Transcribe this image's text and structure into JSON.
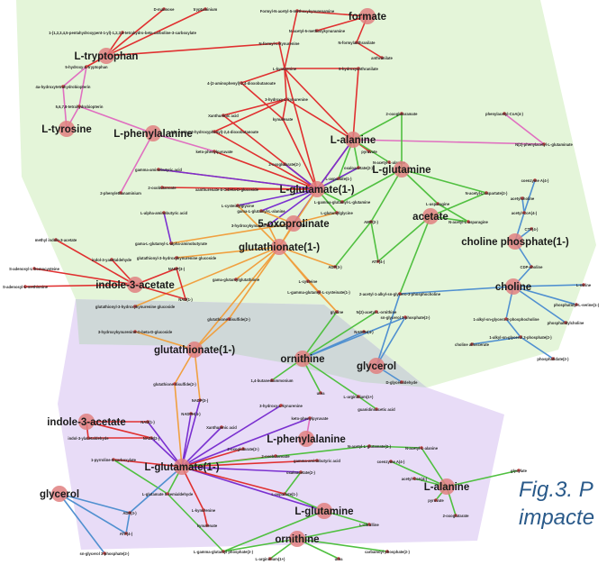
{
  "caption": {
    "line1": "Fig.3. P",
    "line2": "impacte"
  },
  "colors": {
    "upper_region": "#e4f5d9",
    "lower_region": "#e8dcf7",
    "overlap": "#cfd8d8",
    "node_hub": "#e08080",
    "edge_red": "#e03030",
    "edge_orange": "#f0a040",
    "edge_green": "#50c040",
    "edge_purple": "#7a30d0",
    "edge_blue": "#5090d0",
    "edge_pink": "#e070c0",
    "caption": "#2a5a8a"
  },
  "upper": {
    "big": [
      {
        "id": "formate",
        "label": "formate"
      },
      {
        "id": "trp",
        "label": "L-tryptophan"
      },
      {
        "id": "tyr",
        "label": "L-tyrosine"
      },
      {
        "id": "phe",
        "label": "L-phenylalanine"
      },
      {
        "id": "ala",
        "label": "L-alanine"
      },
      {
        "id": "glu",
        "label": "L-glutamate(1-)"
      },
      {
        "id": "gln",
        "label": "L-glutamine"
      },
      {
        "id": "oxo",
        "label": "5-oxoprolinate"
      },
      {
        "id": "gth",
        "label": "glutathionate(1-)"
      },
      {
        "id": "ace",
        "label": "acetate"
      },
      {
        "id": "chp",
        "label": "choline phosphate(1-)"
      },
      {
        "id": "ind",
        "label": "indole-3-acetate"
      },
      {
        "id": "cho",
        "label": "choline"
      },
      {
        "id": "orn",
        "label": "ornithine"
      },
      {
        "id": "gly",
        "label": "glycerol"
      }
    ],
    "small": [
      {
        "id": "s1",
        "label": "D-mannose"
      },
      {
        "id": "s2",
        "label": "tryptaminium"
      },
      {
        "id": "s3",
        "label": "Formyl-N-acetyl-5-methoxykynurenamine"
      },
      {
        "id": "s4",
        "label": "1-(1,2,3,4,5-pentahydroxypent-1-yl)-1,2,3,4-tetrahydro-beta-carboline-3-carboxylate"
      },
      {
        "id": "s5",
        "label": "N-acetyl-5-methoxykynuramine"
      },
      {
        "id": "s6",
        "label": "N-formylanthranilate"
      },
      {
        "id": "s7",
        "label": "N-formyl-L-kynurenine"
      },
      {
        "id": "s8",
        "label": "anthranilate"
      },
      {
        "id": "s9",
        "label": "5-hydroxy-L-tryptophan"
      },
      {
        "id": "s10",
        "label": "L-kynurenine"
      },
      {
        "id": "s11",
        "label": "5-hydroxyanthranilate"
      },
      {
        "id": "s12",
        "label": "4a-hydroxytetrahydrobiopterin"
      },
      {
        "id": "s13",
        "label": "4-(2-aminophenyl)-2,4-dioxobutanoate"
      },
      {
        "id": "s14",
        "label": "5,6,7,8-tetrahydrobiopterin"
      },
      {
        "id": "s15",
        "label": "3-hydroxy-L-kynurenine"
      },
      {
        "id": "s16",
        "label": "Xanthurenic acid"
      },
      {
        "id": "s17",
        "label": "kynurenate"
      },
      {
        "id": "s18",
        "label": "2-oxoglutaramate"
      },
      {
        "id": "s19",
        "label": "phenylacetyl-CoA(4-)"
      },
      {
        "id": "s20",
        "label": "4-(2-Amino-3-hydroxyphenyl)-2,4-dioxobutanoate"
      },
      {
        "id": "s21",
        "label": "keto-phenylpyruvate"
      },
      {
        "id": "s22",
        "label": "pyruvate"
      },
      {
        "id": "s23",
        "label": "N(2)-phenylacetyl-L-glutaminate"
      },
      {
        "id": "s24",
        "label": "N-acetyl-L-alanine"
      },
      {
        "id": "s25",
        "label": "2-oxoglutarate(2-)"
      },
      {
        "id": "s26",
        "label": "oxaloacetate(2-)"
      },
      {
        "id": "s27",
        "label": "gamma-aminobutyric acid"
      },
      {
        "id": "s28",
        "label": "coenzyme A(4-)"
      },
      {
        "id": "s29",
        "label": "2-oxobutanoate"
      },
      {
        "id": "s30",
        "label": "L-aspartate(1-)"
      },
      {
        "id": "s31",
        "label": "N-acetyl-L-aspartate(2-)"
      },
      {
        "id": "s32",
        "label": "acetylcholine"
      },
      {
        "id": "s33",
        "label": "2-phenylethanaminium"
      },
      {
        "id": "s34",
        "label": "xanthurenate-8-O-beta-D-glucoside"
      },
      {
        "id": "s35",
        "label": "L-gamma-glutamyl-L-glutamine"
      },
      {
        "id": "s36",
        "label": "L-asparagine"
      },
      {
        "id": "s37",
        "label": "L-cysteinylglycine"
      },
      {
        "id": "s38",
        "label": "L-alpha-aminobutyric acid"
      },
      {
        "id": "s39",
        "label": "gama-L-glutamyl-L-alanine"
      },
      {
        "id": "s40",
        "label": "L-glutamylglycine"
      },
      {
        "id": "s41",
        "label": "acetyl-CoA(4-)"
      },
      {
        "id": "s42",
        "label": "3-hydroxykynurenine-O-beta-D-glucoside"
      },
      {
        "id": "s43",
        "label": "AMP(2-)"
      },
      {
        "id": "s44",
        "label": "N-acetyl-L-asparagine"
      },
      {
        "id": "s45",
        "label": "CTP(4-)"
      },
      {
        "id": "s46",
        "label": "methyl indole-3-acetate"
      },
      {
        "id": "s47",
        "label": "gama-L-glutamyl-L-alpha-aminobutyrate"
      },
      {
        "id": "s48",
        "label": "glutathionyl-3-hydroxykynurenine glucoside"
      },
      {
        "id": "s49",
        "label": "S-adenosyl-L-homocysteine"
      },
      {
        "id": "s50",
        "label": "indol-3-yacetaldehyde"
      },
      {
        "id": "s51",
        "label": "NADP(3-)"
      },
      {
        "id": "s52",
        "label": "ATP(4-)"
      },
      {
        "id": "s53",
        "label": "ADP(3-)"
      },
      {
        "id": "s54",
        "label": "CDP-choline"
      },
      {
        "id": "s55",
        "label": "S-adenosyl-L-methionine"
      },
      {
        "id": "s56",
        "label": "gama-glutamylglutathione"
      },
      {
        "id": "s57",
        "label": "L-cysteine"
      },
      {
        "id": "s58",
        "label": "L-serine"
      },
      {
        "id": "s59",
        "label": "L-gamma-glutamyl-L-cysteinate(1-)"
      },
      {
        "id": "s60",
        "label": "2-acetyl-1-alkyl-sn-glycero-3-phosphocholine"
      },
      {
        "id": "s61",
        "label": "NAD(1-)"
      },
      {
        "id": "s62",
        "label": "glutathionyl-3-hydroxykynurenine glucoside"
      },
      {
        "id": "s63",
        "label": "glycine"
      },
      {
        "id": "s64",
        "label": "N(2)-acetyl-L-ornithine"
      },
      {
        "id": "s65",
        "label": "sn-glycerol 3-phosphate(2-)"
      },
      {
        "id": "s66",
        "label": "phosphatidyl-L-serine(1-)"
      },
      {
        "id": "s67",
        "label": "glutathione disulfide(2-)"
      },
      {
        "id": "s68",
        "label": "1-alkyl-sn-glycero-3-phosphocholine"
      },
      {
        "id": "s69",
        "label": "3-hydroxykynurenine-O-beta-D-glucoside"
      },
      {
        "id": "s70",
        "label": "phosphatidylcholine"
      },
      {
        "id": "s71",
        "label": "NADPH(4-)"
      },
      {
        "id": "s72",
        "label": "1-alkyl-sn-glycerol 3-phosphate(2-)"
      },
      {
        "id": "s73",
        "label": "choline alfoscerate"
      },
      {
        "id": "s74",
        "label": "phosphatidate(2-)"
      }
    ]
  },
  "lower": {
    "big": [
      {
        "id": "lgth",
        "label": "glutathionate(1-)"
      },
      {
        "id": "lind",
        "label": "indole-3-acetate"
      },
      {
        "id": "lphe",
        "label": "L-phenylalanine"
      },
      {
        "id": "lala",
        "label": "L-alanine"
      },
      {
        "id": "lglu",
        "label": "L-glutamate(1-)"
      },
      {
        "id": "lgln",
        "label": "L-glutamine"
      },
      {
        "id": "lgly",
        "label": "glycerol"
      },
      {
        "id": "lorn",
        "label": "ornithine"
      }
    ],
    "small": [
      {
        "id": "t1",
        "label": "1,4-butanediammonium"
      },
      {
        "id": "t2",
        "label": "D-glyceraldehyde"
      },
      {
        "id": "t3",
        "label": "glutathione disulfide(2-)"
      },
      {
        "id": "t4",
        "label": "urea"
      },
      {
        "id": "t5",
        "label": "L-argininium(1+)"
      },
      {
        "id": "t6",
        "label": "guanidinoacetic acid"
      },
      {
        "id": "t7",
        "label": "NADP(3-)"
      },
      {
        "id": "t8",
        "label": "3-hydroxy-L-kynurenine"
      },
      {
        "id": "t9",
        "label": "NADPH(4-)"
      },
      {
        "id": "t10",
        "label": "keto-phenylpyruvate"
      },
      {
        "id": "t11",
        "label": "NAD(1-)"
      },
      {
        "id": "t12",
        "label": "Xanthurenic acid"
      },
      {
        "id": "t13",
        "label": "indol-3-ylacetaldehyde"
      },
      {
        "id": "t14",
        "label": "NADH(2-)"
      },
      {
        "id": "t15",
        "label": "N-acetyl-L-glutamate(2-)"
      },
      {
        "id": "t16",
        "label": "N-acetyl-L-alanine"
      },
      {
        "id": "t17",
        "label": "2-oxoglutarate(2-)"
      },
      {
        "id": "t18",
        "label": "2-oxobutanoate"
      },
      {
        "id": "t19",
        "label": "gamma-aminobutyric acid"
      },
      {
        "id": "t20",
        "label": "coenzyme A(4-)"
      },
      {
        "id": "t21",
        "label": "glycylate"
      },
      {
        "id": "t22",
        "label": "1-pyrroline-5-carboxylate"
      },
      {
        "id": "t23",
        "label": "acetyl-CoA(4-)"
      },
      {
        "id": "t24",
        "label": "oxaloacetate(2-)"
      },
      {
        "id": "t25",
        "label": "pyruvate"
      },
      {
        "id": "t26",
        "label": "L-glutamate 5-semialdehyde"
      },
      {
        "id": "t27",
        "label": "L-aspartate(1-)"
      },
      {
        "id": "t28",
        "label": "2-oxoglutarate"
      },
      {
        "id": "t29",
        "label": "ADP(3-)"
      },
      {
        "id": "t30",
        "label": "L-kynurenine"
      },
      {
        "id": "t31",
        "label": "L-citrulline"
      },
      {
        "id": "t32",
        "label": "ATP(4-)"
      },
      {
        "id": "t33",
        "label": "kynurenate"
      },
      {
        "id": "t34",
        "label": "sn-glycerol 3-phosphate(2-)"
      },
      {
        "id": "t35",
        "label": "L-gamma-glutamyl phosphate(2-)"
      },
      {
        "id": "t36",
        "label": "L-argininium(1+)"
      },
      {
        "id": "t37",
        "label": "urea"
      },
      {
        "id": "t38",
        "label": "carbamoyl phosphate(2-)"
      }
    ]
  }
}
